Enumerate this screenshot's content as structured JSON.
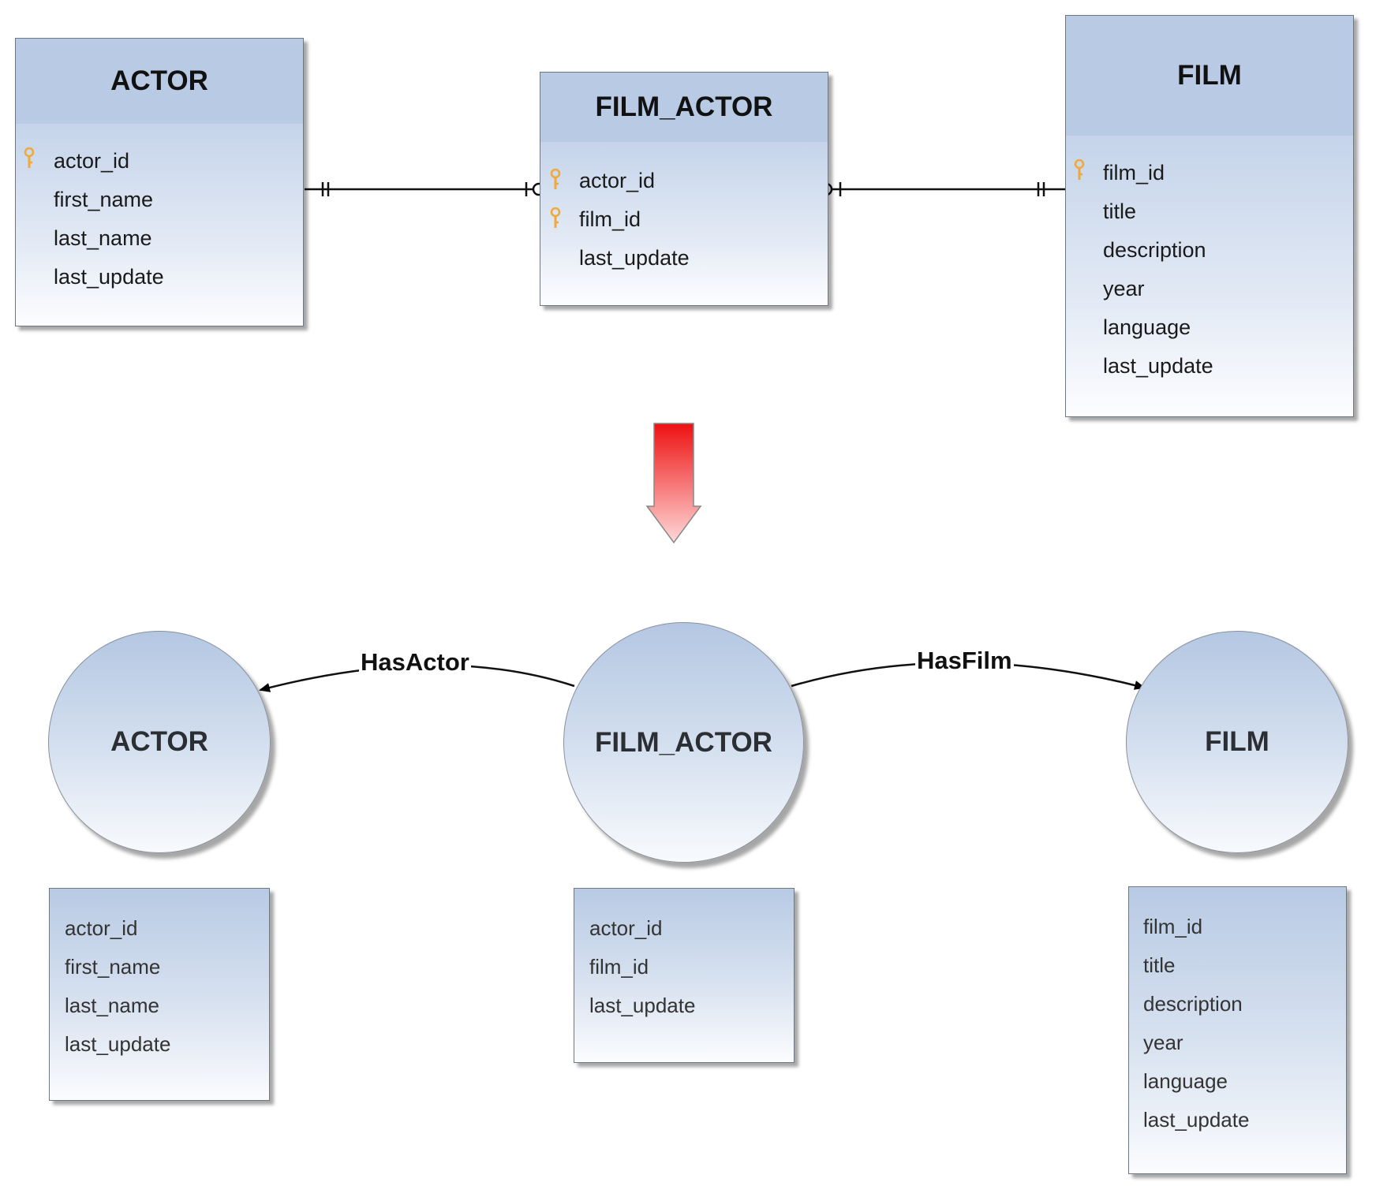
{
  "er_diagram": {
    "tables": [
      {
        "name": "ACTOR",
        "fields": [
          {
            "name": "actor_id",
            "key": true
          },
          {
            "name": "first_name",
            "key": false
          },
          {
            "name": "last_name",
            "key": false
          },
          {
            "name": "last_update",
            "key": false
          }
        ]
      },
      {
        "name": "FILM_ACTOR",
        "fields": [
          {
            "name": "actor_id",
            "key": true
          },
          {
            "name": "film_id",
            "key": true
          },
          {
            "name": "last_update",
            "key": false
          }
        ]
      },
      {
        "name": "FILM",
        "fields": [
          {
            "name": "film_id",
            "key": true
          },
          {
            "name": "title",
            "key": false
          },
          {
            "name": "description",
            "key": false
          },
          {
            "name": "year",
            "key": false
          },
          {
            "name": "language",
            "key": false
          },
          {
            "name": "last_update",
            "key": false
          }
        ]
      }
    ]
  },
  "graph_model": {
    "nodes": [
      {
        "label": "ACTOR",
        "properties": [
          "actor_id",
          "first_name",
          "last_name",
          "last_update"
        ]
      },
      {
        "label": "FILM_ACTOR",
        "properties": [
          "actor_id",
          "film_id",
          "last_update"
        ]
      },
      {
        "label": "FILM",
        "properties": [
          "film_id",
          "title",
          "description",
          "year",
          "language",
          "last_update"
        ]
      }
    ],
    "edges": [
      {
        "label": "HasActor"
      },
      {
        "label": "HasFilm"
      }
    ]
  },
  "colors": {
    "key_icon": "#f0a838",
    "arrow_top": "#ee1111",
    "arrow_bottom": "#ffd6d6",
    "box_gradient_top": "#b7c9e3"
  },
  "icons": {
    "primary_key": "key-icon",
    "transform_arrow": "down-arrow-icon"
  }
}
